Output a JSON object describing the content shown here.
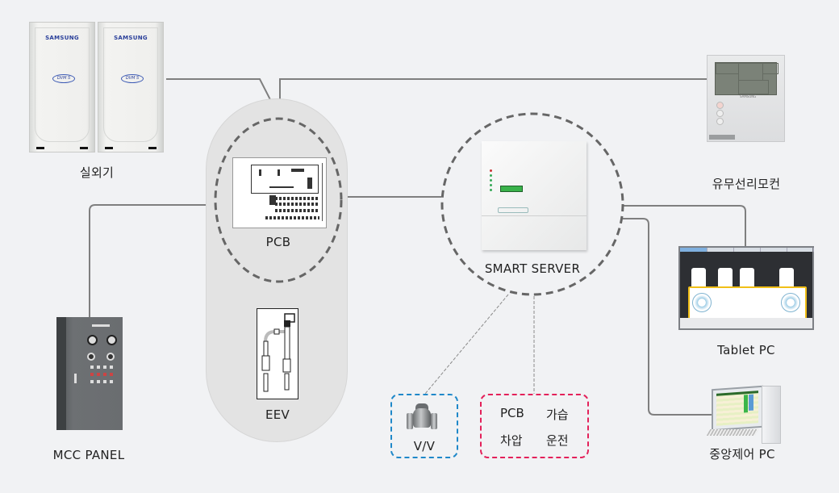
{
  "diagram": {
    "title": "Smart Server System Configuration",
    "colors": {
      "background": "#f1f2f4",
      "connector": "#7f7f7f",
      "dashed_ring": "#666666",
      "valve_box": "#1f88c9",
      "function_box": "#e3215a",
      "capsule": "#e3e3e3"
    },
    "nodes": {
      "outdoor_unit": {
        "label": "실외기",
        "brand": "SAMSUNG",
        "model_badge": "DVM S",
        "icon": "outdoor-unit-icon"
      },
      "pcb": {
        "label": "PCB",
        "icon": "circuit-board-icon"
      },
      "eev": {
        "label": "EEV",
        "icon": "expansion-valve-icon"
      },
      "smart_server": {
        "label": "SMART SERVER",
        "icon": "server-icon"
      },
      "remote_controller": {
        "label": "유무선리모컨",
        "brand": "SAMSUNG",
        "icon": "remote-controller-icon"
      },
      "tablet_pc": {
        "label": "Tablet PC",
        "icon": "tablet-icon"
      },
      "central_pc": {
        "label": "중앙제어 PC",
        "icon": "desktop-pc-icon"
      },
      "mcc_panel": {
        "label": "MCC PANEL",
        "icon": "control-panel-icon"
      },
      "valve": {
        "label": "V/V",
        "icon": "valve-icon"
      }
    },
    "function_box": {
      "items": [
        "PCB",
        "가습",
        "차압",
        "운전"
      ]
    },
    "connections": [
      {
        "from": "outdoor_unit",
        "to": "pcb",
        "style": "solid"
      },
      {
        "from": "remote_controller",
        "to": "pcb",
        "style": "solid"
      },
      {
        "from": "mcc_panel",
        "to": "pcb",
        "style": "solid"
      },
      {
        "from": "pcb",
        "to": "smart_server",
        "style": "solid"
      },
      {
        "from": "smart_server",
        "to": "tablet_pc",
        "style": "solid"
      },
      {
        "from": "smart_server",
        "to": "central_pc",
        "style": "solid"
      },
      {
        "from": "smart_server",
        "to": "valve",
        "style": "dashed"
      },
      {
        "from": "smart_server",
        "to": "function_box",
        "style": "dashed"
      }
    ]
  }
}
